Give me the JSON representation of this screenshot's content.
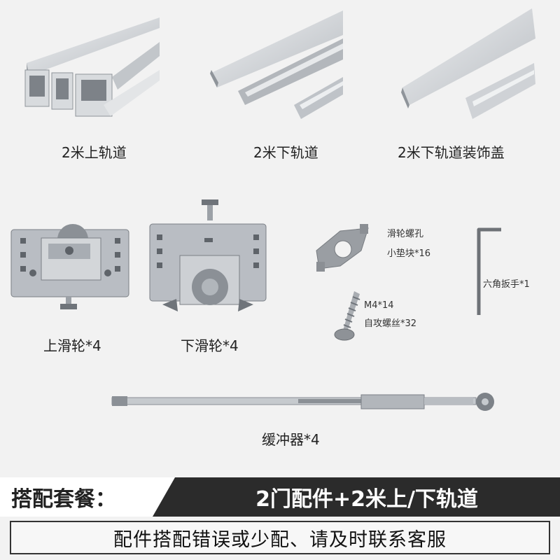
{
  "products": {
    "upper_track": "2米上轨道",
    "lower_track": "2米下轨道",
    "lower_cover": "2米下轨道装饰盖",
    "upper_pulley": "上滑轮*4",
    "lower_pulley": "下滑轮*4",
    "pad_line1": "滑轮螺孔",
    "pad_line2": "小垫块*16",
    "screw_line1": "M4*14",
    "screw_line2": "自攻螺丝*32",
    "hex_key": "六角扳手*1",
    "damper": "缓冲器*4"
  },
  "banner": {
    "left": "搭配套餐：",
    "right": "2门配件+2米上/下轨道"
  },
  "notice": "配件搭配错误或少配、请及时联系客服",
  "colors": {
    "background": "#f2f2f2",
    "banner_dark": "#2b2b2b",
    "aluminum": "#c9ccd0",
    "plate": "#b9bdc3"
  }
}
